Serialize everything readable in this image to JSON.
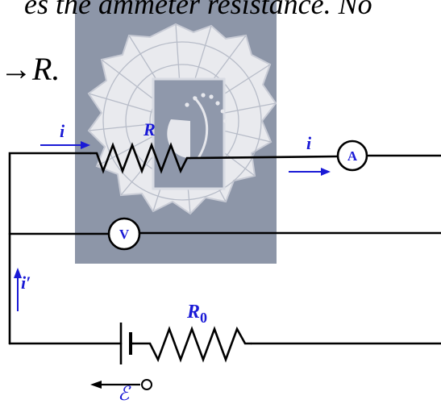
{
  "header": {
    "text": "es the ammeter resistance. No",
    "arrow": "→",
    "target": "R."
  },
  "labels": {
    "current_in": "i",
    "resistor": "R",
    "current_out": "i",
    "current_branch": "i′",
    "resistor_0_main": "R",
    "resistor_0_sub": "0",
    "emf": "ℰ"
  },
  "meters": {
    "ammeter": "A",
    "voltmeter": "V"
  },
  "colors": {
    "wire": "#000000",
    "label_blue": "#1a1ad6",
    "logo_bg": "#8d96a8"
  }
}
